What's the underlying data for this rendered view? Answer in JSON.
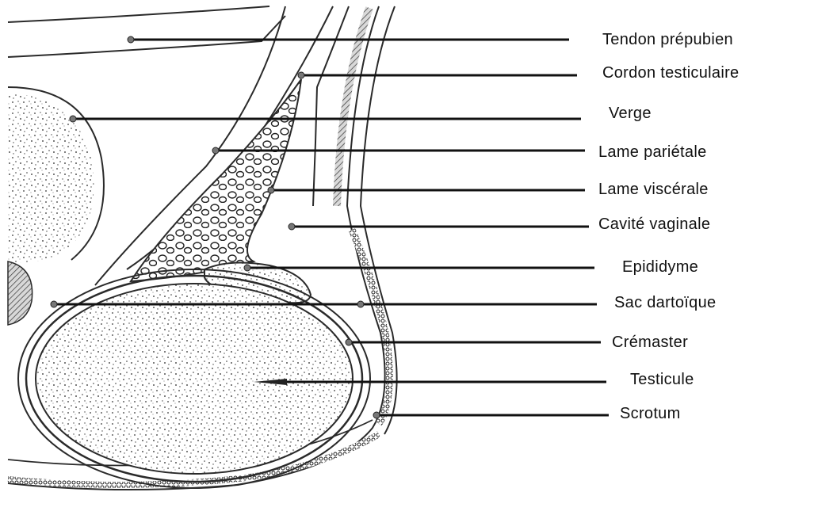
{
  "colors": {
    "ink": "#111111",
    "stroke": "#2a2a2a",
    "tissue": "#f4f4f4",
    "background": "#ffffff"
  },
  "labels": {
    "tendon_prepubien": "Tendon prépubien",
    "cordon_testiculaire": "Cordon testiculaire",
    "verge": "Verge",
    "lame_parietale": "Lame pariétale",
    "lame_viscerale": "Lame viscérale",
    "cavite_vaginale": "Cavité vaginale",
    "epididyme": "Epididyme",
    "sac_dartoique": "Sac dartoïque",
    "cremaster": "Crémaster",
    "testicule": "Testicule",
    "scrotum": "Scrotum"
  }
}
